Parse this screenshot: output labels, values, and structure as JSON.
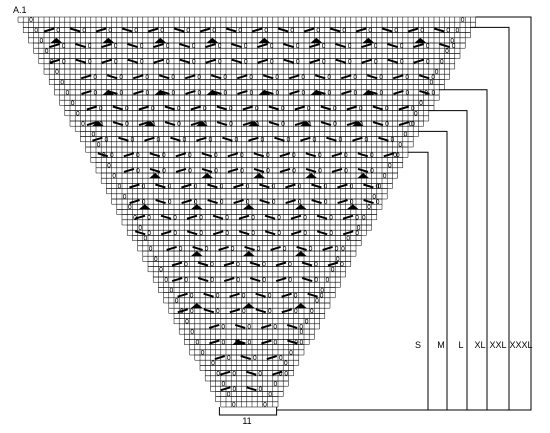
{
  "chart": {
    "label": "A.1",
    "bottom_count": "11",
    "sizes": [
      {
        "label": "S"
      },
      {
        "label": "M"
      },
      {
        "label": "L"
      },
      {
        "label": "XL"
      },
      {
        "label": "XXL"
      },
      {
        "label": "XXXL"
      }
    ],
    "symbols": [
      "yarn-over",
      "knit-2-together",
      "slip-knit-pass-over",
      "double-decrease"
    ],
    "colors": {
      "grid": "#000000",
      "background": "#ffffff",
      "symbol": "#000000"
    }
  }
}
